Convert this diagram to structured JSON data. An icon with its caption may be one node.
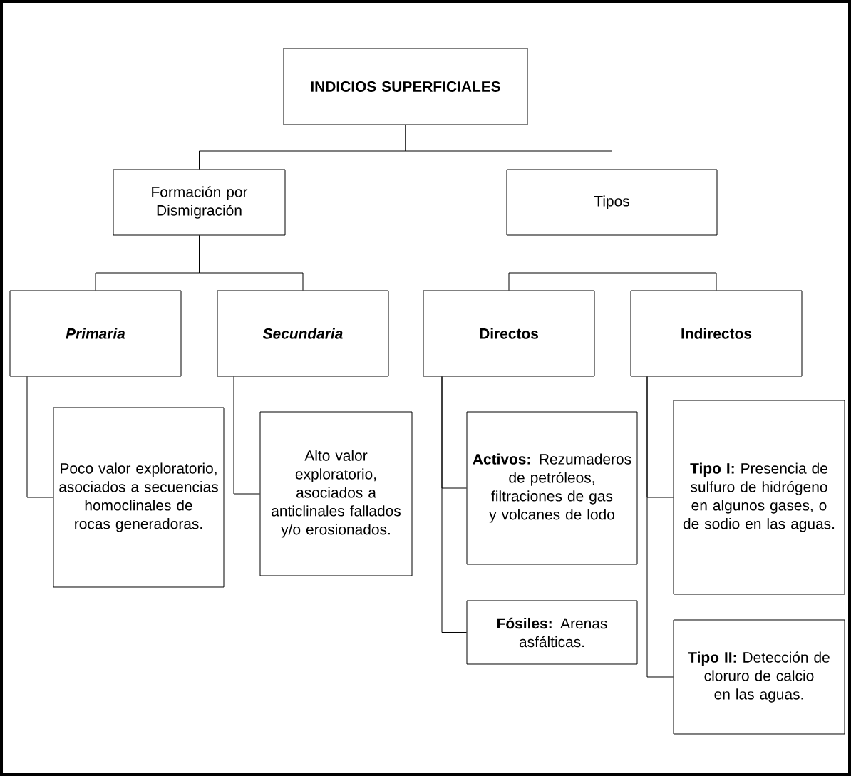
{
  "diagram": {
    "nodes": [
      {
        "text": [
          "INDICIOS SUPERFICIALES"
        ]
      },
      {
        "text": [
          "Formación por Dismigración"
        ]
      },
      {
        "text": [
          "Tipos"
        ]
      },
      {
        "text": [
          "Primaria"
        ]
      },
      {
        "text": [
          "Secundaria"
        ]
      },
      {
        "text": [
          "Directos"
        ]
      },
      {
        "text": [
          "Indirectos"
        ]
      },
      {
        "text": [
          "Poco valor exploratorio, asociados a secuencias homoclinales de rocas generadoras."
        ]
      },
      {
        "text": [
          "Alto valor exploratorio, asociados a anticlinales fallados y/o erosionados."
        ]
      },
      {
        "text": [
          "**Activos:** Rezumaderos de petróleos, filtraciones de gas y volcanes de lodo"
        ]
      },
      {
        "text": [
          "**Fósiles:** Arenas asfálticas."
        ]
      },
      {
        "text": [
          "**Tipo I:** Presencia de sulfuro de hidrógeno en algunos gases, o de sodio en las aguas."
        ]
      },
      {
        "text": [
          "**Tipo II:** Detección de cloruro de calcio en las aguas."
        ]
      }
    ],
    "edges": [
      {
        "from": 0,
        "to": 1,
        "arrow": "none"
      },
      {
        "from": 0,
        "to": 2,
        "arrow": "none"
      },
      {
        "from": 1,
        "to": 3,
        "arrow": "none"
      },
      {
        "from": 1,
        "to": 4,
        "arrow": "none"
      },
      {
        "from": 2,
        "to": 5,
        "arrow": "none"
      },
      {
        "from": 2,
        "to": 6,
        "arrow": "none"
      },
      {
        "from": 3,
        "to": 7,
        "arrow": "none"
      },
      {
        "from": 4,
        "to": 8,
        "arrow": "none"
      },
      {
        "from": 5,
        "to": 9,
        "arrow": "none"
      },
      {
        "from": 5,
        "to": 10,
        "arrow": "none"
      },
      {
        "from": 6,
        "to": 11,
        "arrow": "none"
      },
      {
        "from": 6,
        "to": 12,
        "arrow": "none"
      }
    ]
  }
}
